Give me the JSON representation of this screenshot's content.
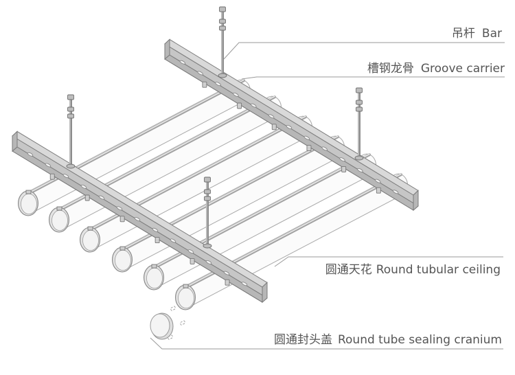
{
  "callouts": [
    {
      "id": "bar",
      "zh": "吊杆",
      "en": "Bar"
    },
    {
      "id": "groove-carrier",
      "zh": "槽钢龙骨",
      "en": "Groove carrier"
    },
    {
      "id": "round-tubular-ceiling",
      "zh": "圆通天花",
      "en": "Round tubular ceiling"
    },
    {
      "id": "round-tube-sealing-cranium",
      "zh": "圆通封头盖",
      "en": "Round tube sealing cranium"
    }
  ],
  "colors": {
    "steel": "#c6c6c6",
    "steel-dark": "#7e7e7e",
    "tube": "#fbfbfb",
    "line": "#9a9a9a",
    "text": "#555555"
  },
  "icons": {
    "rod": "threaded-rod-icon",
    "channel": "steel-channel-icon",
    "tube": "round-tube-icon",
    "cap": "tube-end-cap-icon"
  }
}
